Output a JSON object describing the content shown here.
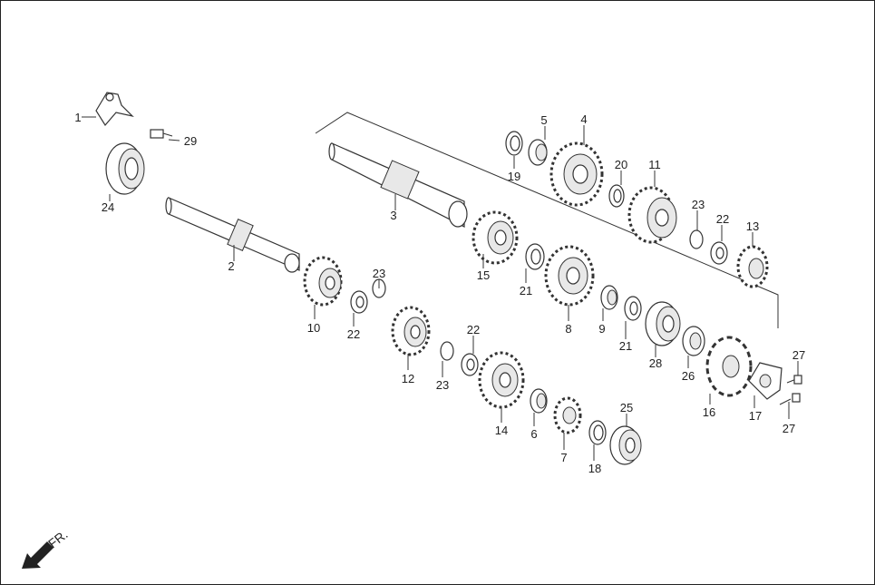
{
  "labels": {
    "l1": "1",
    "l2": "2",
    "l3": "3",
    "l4": "4",
    "l5": "5",
    "l6": "6",
    "l7": "7",
    "l8": "8",
    "l9": "9",
    "l10": "10",
    "l11": "11",
    "l12": "12",
    "l13": "13",
    "l14": "14",
    "l15": "15",
    "l16": "16",
    "l17": "17",
    "l18": "18",
    "l19": "19",
    "l20": "20",
    "l21a": "21",
    "l21b": "21",
    "l22a": "22",
    "l22b": "22",
    "l22c": "22",
    "l23a": "23",
    "l23b": "23",
    "l23c": "23",
    "l24": "24",
    "l25": "25",
    "l26": "26",
    "l27a": "27",
    "l27b": "27",
    "l28": "28",
    "l29": "29"
  },
  "front_indicator": "FR."
}
